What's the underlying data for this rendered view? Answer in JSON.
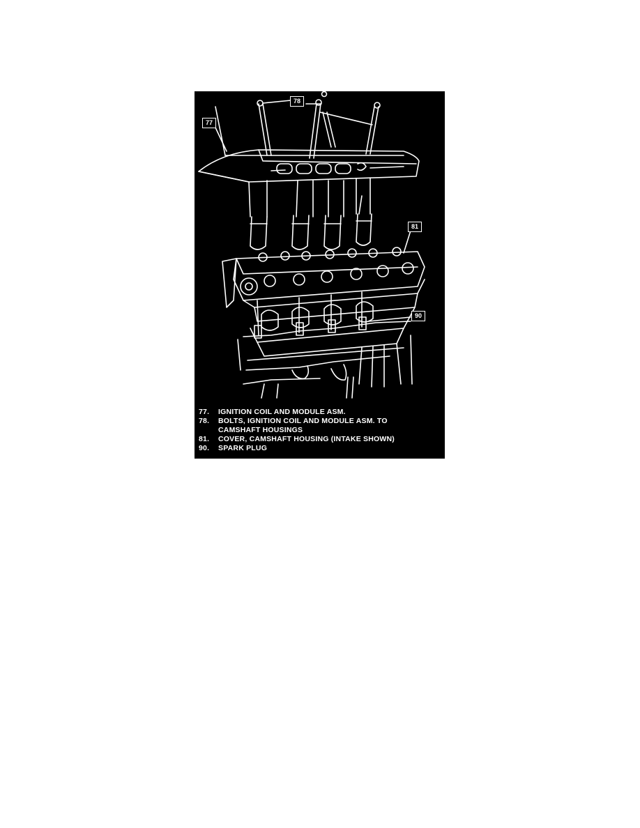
{
  "callouts": {
    "c77": "77",
    "c78": "78",
    "c81": "81",
    "c90": "90"
  },
  "legend": [
    {
      "num": "77.",
      "text": "IGNITION COIL AND MODULE ASM."
    },
    {
      "num": "78.",
      "text": "BOLTS, IGNITION COIL AND MODULE ASM. TO"
    },
    {
      "num": "",
      "text": "CAMSHAFT HOUSINGS"
    },
    {
      "num": "81.",
      "text": "COVER, CAMSHAFT HOUSING (INTAKE SHOWN)"
    },
    {
      "num": "90.",
      "text": "SPARK PLUG"
    }
  ],
  "colors": {
    "background": "#000000",
    "linework": "#ffffff",
    "page": "#ffffff"
  }
}
